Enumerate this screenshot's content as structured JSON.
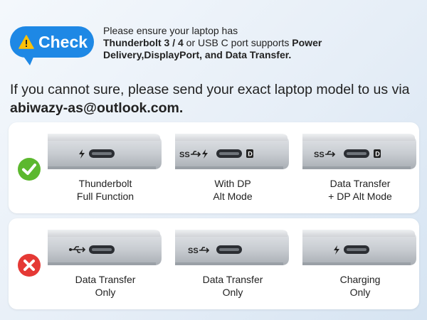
{
  "header": {
    "badge_label": "Check",
    "badge_icon": "warning-icon",
    "note_line1": "Please ensure your laptop has",
    "note_bold1": "Thunderbolt 3 / 4",
    "note_mid": " or USB C port supports ",
    "note_bold2": "Power Delivery,DisplayPort, and Data Transfer."
  },
  "contact": {
    "text": "If you cannot sure, please send your exact laptop model to us via ",
    "email": "abiwazy-as@outlook.com."
  },
  "supported": {
    "status_icon": "checkmark-icon",
    "items": [
      {
        "line1": "Thunderbolt",
        "line2": "Full Function",
        "icons": [
          "thunderbolt-icon"
        ]
      },
      {
        "line1": "With DP",
        "line2": "Alt Mode",
        "icons": [
          "ss-usb-icon",
          "thunderbolt-icon",
          "displayport-icon"
        ]
      },
      {
        "line1": "Data Transfer",
        "line2": "+ DP Alt Mode",
        "icons": [
          "ss-usb-icon",
          "displayport-icon"
        ]
      }
    ]
  },
  "unsupported": {
    "status_icon": "cross-icon",
    "items": [
      {
        "line1": "Data Transfer",
        "line2": "Only",
        "icons": [
          "usb-icon"
        ]
      },
      {
        "line1": "Data Transfer",
        "line2": "Only",
        "icons": [
          "ss-usb-icon"
        ]
      },
      {
        "line1": "Charging",
        "line2": "Only",
        "icons": [
          "thunderbolt-icon"
        ]
      }
    ]
  },
  "colors": {
    "accent": "#1e88e5",
    "ok": "#5cb82e",
    "bad": "#e53935"
  }
}
